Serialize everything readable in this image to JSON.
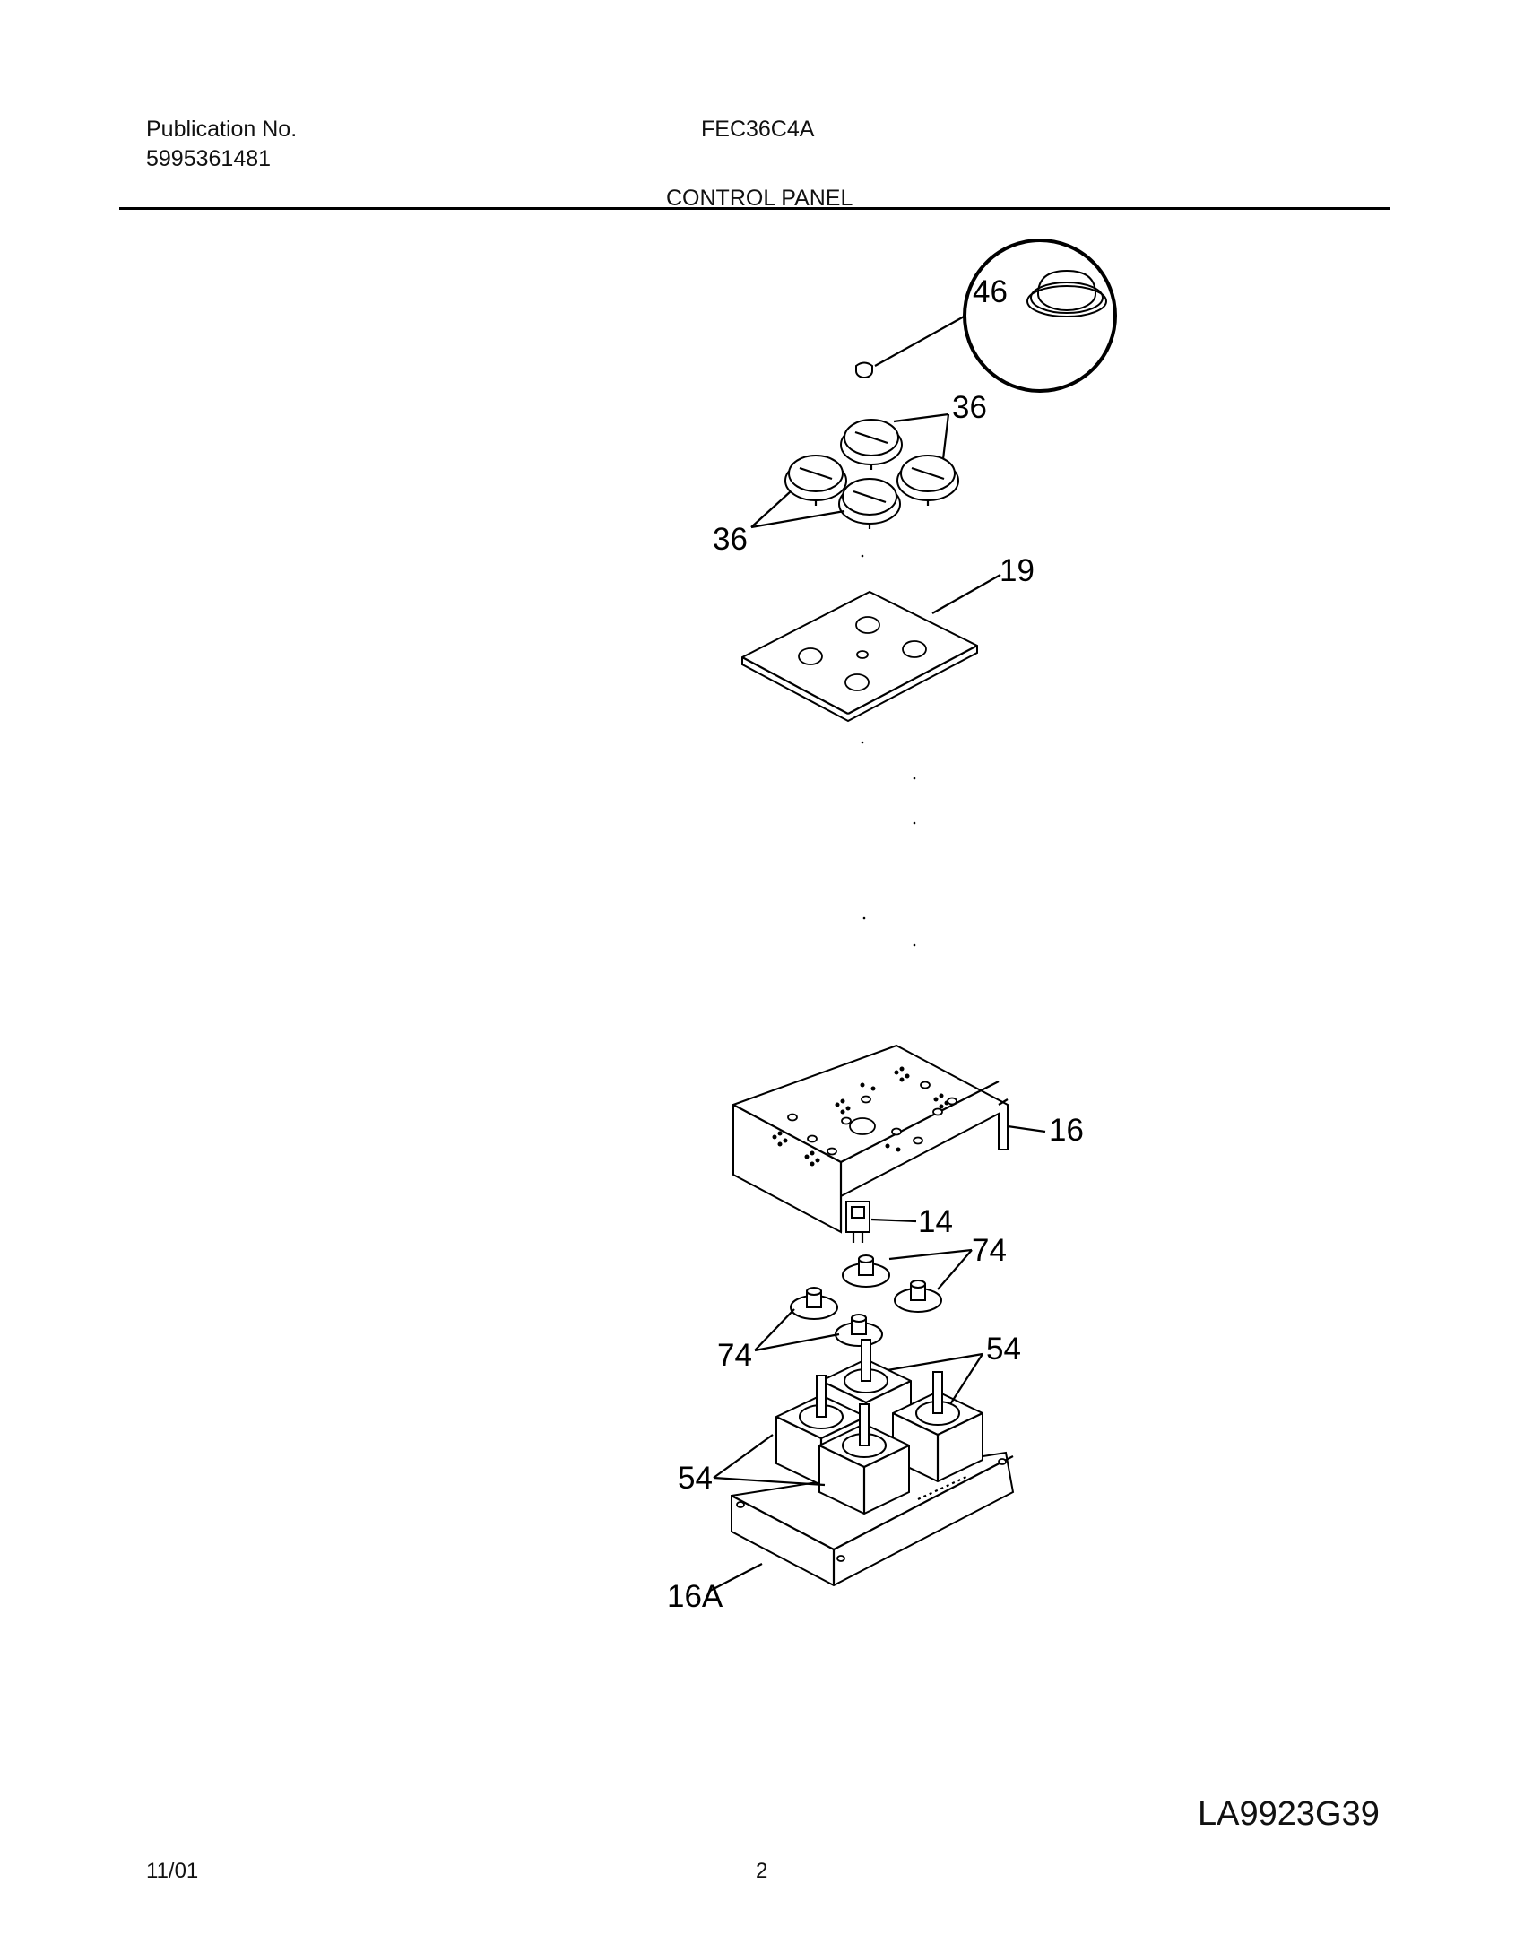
{
  "header": {
    "publication_label": "Publication No.",
    "publication_number": "5995361481",
    "model": "FEC36C4A",
    "section_title": "CONTROL PANEL"
  },
  "callouts": {
    "c46": "46",
    "c36a": "36",
    "c36b": "36",
    "c19": "19",
    "c16": "16",
    "c14": "14",
    "c74a": "74",
    "c74b": "74",
    "c54a": "54",
    "c54b": "54",
    "c16A": "16A"
  },
  "figure_id": "LA9923G39",
  "footer": {
    "date": "11/01",
    "page": "2"
  }
}
